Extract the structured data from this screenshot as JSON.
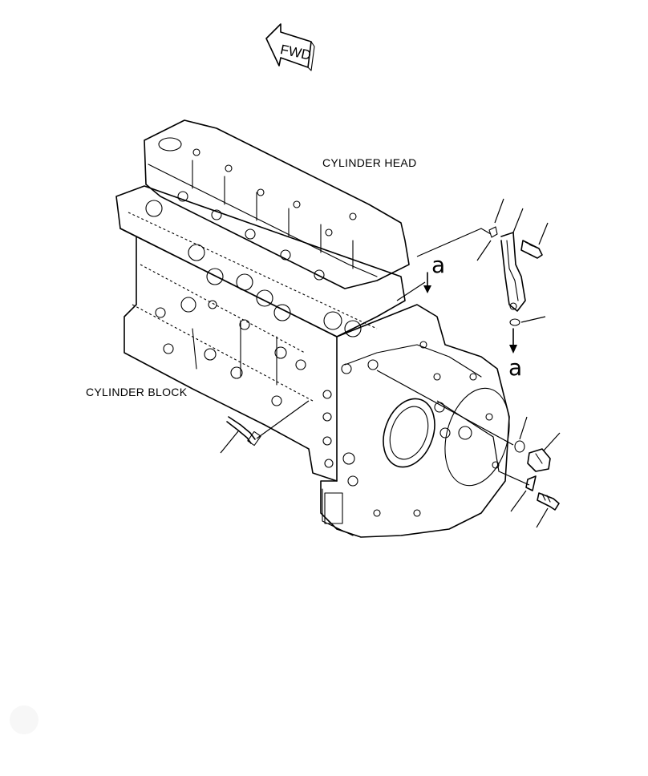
{
  "labels": {
    "cylinder_head": "CYLINDER HEAD",
    "cylinder_block": "CYLINDER BLOCK",
    "fwd": "FWD",
    "view_a_top": "a",
    "view_a_bottom": "a"
  }
}
